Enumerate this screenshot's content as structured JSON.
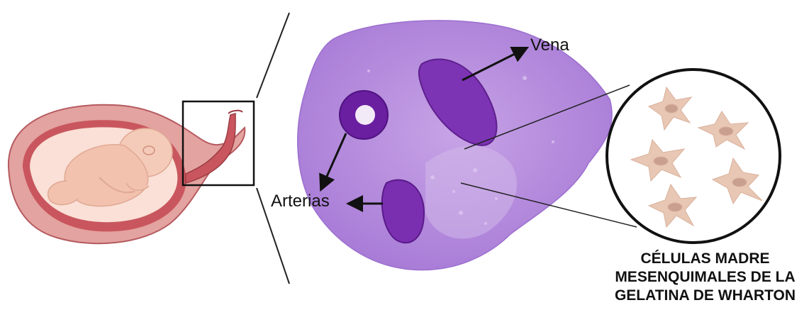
{
  "labels": {
    "vena": "Vena",
    "arterias": "Arterias"
  },
  "caption": {
    "line1": "CÉLULAS MADRE",
    "line2": "MESENQUIMALES DE LA",
    "line3": "GELATINA DE WHARTON"
  },
  "colors": {
    "uterus": "#d98a8a",
    "uterus_inner": "#b5444f",
    "fetus": "#f6d2c4",
    "cord": "#b5444f",
    "tissue": "#b58cdc",
    "tissue_dark": "#7a2fb0",
    "cell": "#e8c7b4",
    "cell_nucleus": "#c9a08f",
    "outline": "#111111"
  },
  "icons": {
    "zoom_box": "zoom-box-icon",
    "arrow": "arrow-icon"
  }
}
